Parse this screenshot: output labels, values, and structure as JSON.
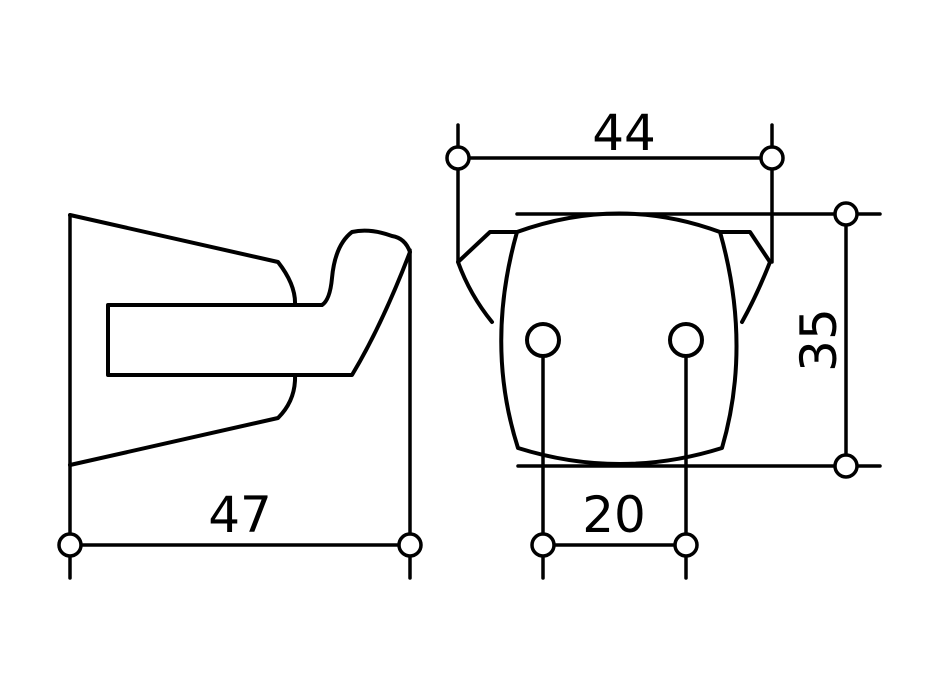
{
  "dimensions": {
    "depth": "47",
    "width": "44",
    "height": "35",
    "hole_spacing": "20"
  }
}
